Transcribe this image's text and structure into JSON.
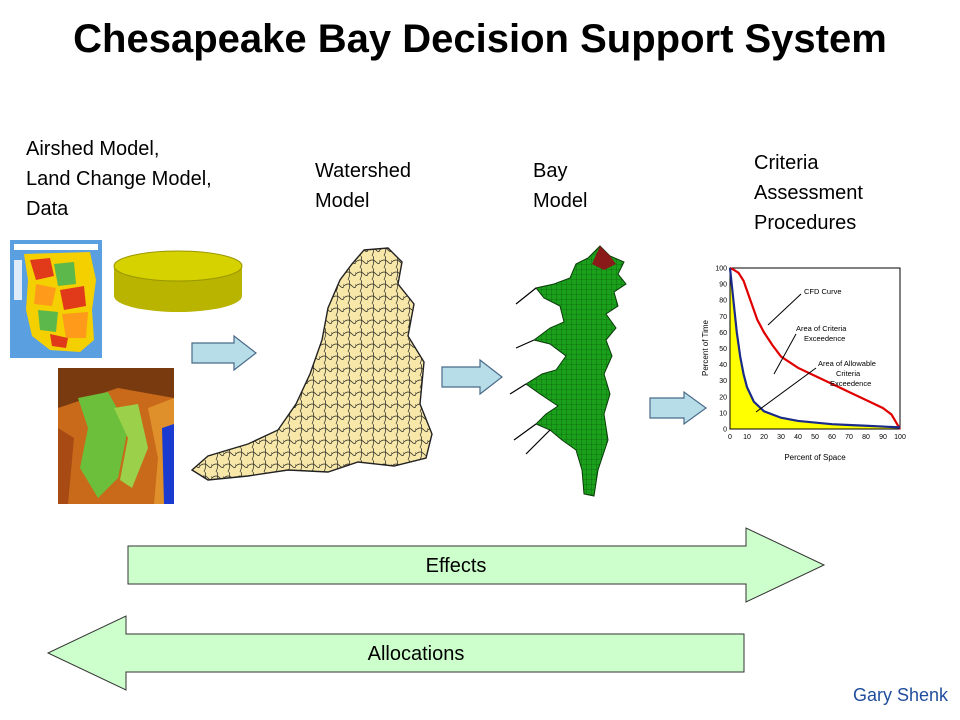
{
  "title": "Chesapeake Bay Decision Support System",
  "labels": {
    "airshed": [
      "Airshed Model,",
      "Land Change Model,",
      "Data"
    ],
    "watershed": [
      "Watershed",
      "Model"
    ],
    "bay": [
      "Bay",
      "Model"
    ],
    "criteria": [
      "Criteria",
      "Assessment",
      "Procedures"
    ]
  },
  "arrows": {
    "effects": "Effects",
    "allocations": "Allocations"
  },
  "author": "Gary Shenk",
  "colors": {
    "arrow_fill": "#ccffcc",
    "small_arrow_fill": "#b7dee8",
    "database": "#c8c400",
    "watershed": "#f7e7a8",
    "bay_mesh": "#1aa01a",
    "cfd_curve": "#e00000",
    "allowable_curve": "#1a2a8a",
    "allowable_fill": "#ffff00",
    "author_color": "#1f4e9c"
  },
  "chart_data": {
    "type": "line",
    "xlabel": "Percent of Space",
    "ylabel": "Percent of Time",
    "xlim": [
      0,
      100
    ],
    "ylim": [
      0,
      100
    ],
    "xticks": [
      0,
      10,
      20,
      30,
      40,
      50,
      60,
      70,
      80,
      90,
      100
    ],
    "yticks": [
      0,
      10,
      20,
      30,
      40,
      50,
      60,
      70,
      80,
      90,
      100
    ],
    "series": [
      {
        "name": "CFD Curve",
        "x": [
          0,
          2,
          5,
          8,
          12,
          16,
          20,
          25,
          30,
          40,
          50,
          60,
          70,
          80,
          90,
          95,
          100
        ],
        "y": [
          100,
          99,
          97,
          92,
          80,
          68,
          60,
          52,
          45,
          38,
          33,
          28,
          23,
          18,
          13,
          9,
          0
        ]
      },
      {
        "name": "Area of Allowable Criteria Exceedence",
        "x": [
          0,
          2,
          4,
          6,
          8,
          10,
          14,
          20,
          30,
          40,
          50,
          60,
          70,
          80,
          90,
          100
        ],
        "y": [
          100,
          80,
          60,
          45,
          34,
          26,
          17,
          11,
          7,
          5,
          4,
          3,
          2.5,
          2,
          1.5,
          1
        ]
      }
    ],
    "annotations": [
      "CFD Curve",
      "Area of Criteria Exceedence",
      "Area of Allowable Criteria Exceedence"
    ]
  }
}
